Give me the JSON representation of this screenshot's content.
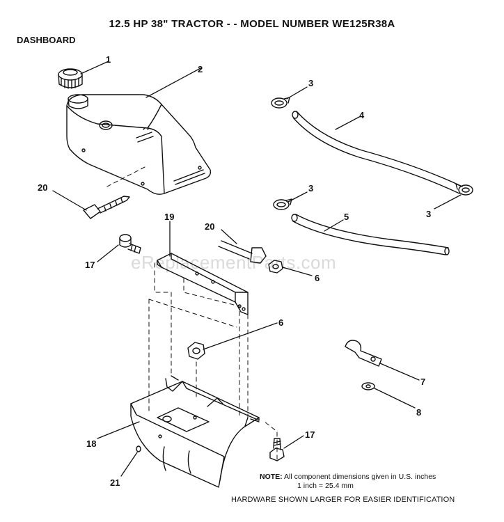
{
  "header": {
    "title": "12.5 HP 38\" TRACTOR - - MODEL NUMBER WE125R38A",
    "section": "DASHBOARD"
  },
  "watermark": "eReplacementParts.com",
  "note": {
    "label": "NOTE:",
    "text": "All component dimensions given in U.S. inches",
    "conversion": "1 inch = 25.4 mm"
  },
  "hardware_note": "HARDWARE SHOWN LARGER FOR EASIER IDENTIFICATION",
  "callouts": {
    "c1": "1",
    "c2": "2",
    "c3a": "3",
    "c3b": "3",
    "c3c": "3",
    "c4": "4",
    "c5": "5",
    "c6a": "6",
    "c6b": "6",
    "c7": "7",
    "c8": "8",
    "c17a": "17",
    "c17b": "17",
    "c18": "18",
    "c19": "19",
    "c20a": "20",
    "c20b": "20",
    "c21": "21"
  }
}
